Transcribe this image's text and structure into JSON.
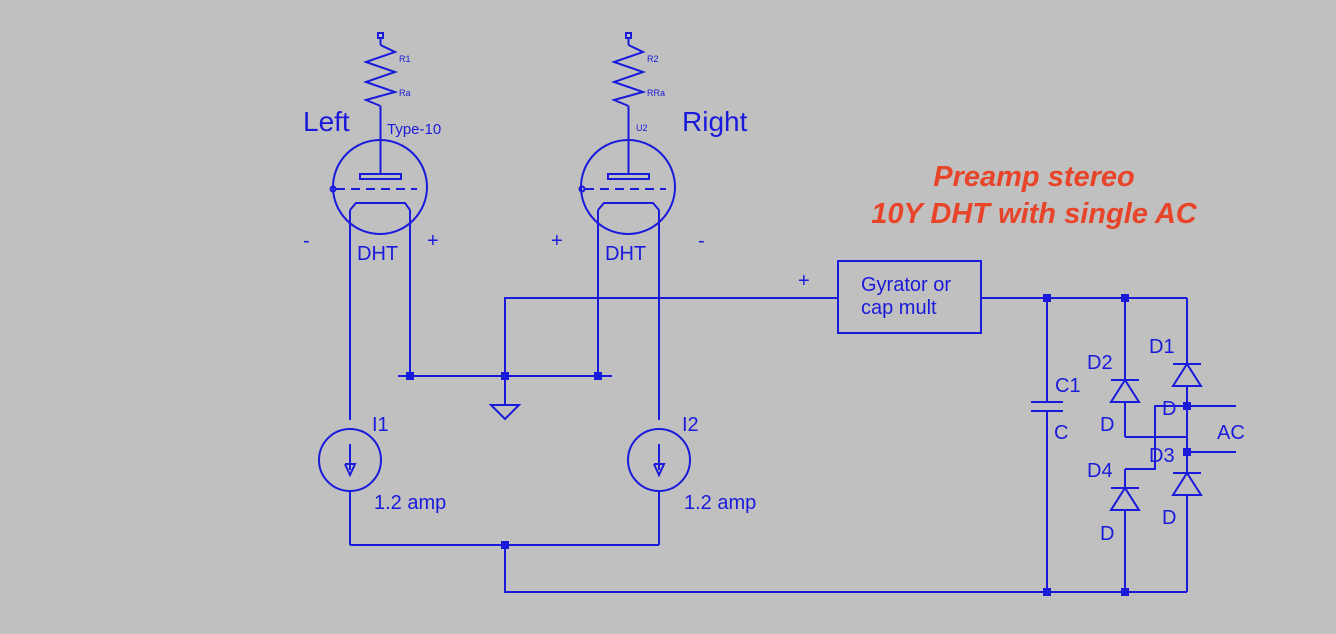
{
  "title": {
    "line1": "Preamp stereo",
    "line2": "10Y DHT with single AC"
  },
  "left_channel": {
    "label": "Left",
    "resistor_name": "R1",
    "resistor_value": "Ra",
    "tube_model": "Type-10",
    "tube_label": "DHT",
    "minus": "-",
    "plus": "+",
    "source_name": "I1",
    "source_value": "1.2 amp"
  },
  "right_channel": {
    "label": "Right",
    "resistor_name": "R2",
    "resistor_value": "RRa",
    "tube_model": "U2",
    "tube_label": "DHT",
    "minus": "-",
    "plus": "+",
    "source_name": "I2",
    "source_value": "1.2 amp"
  },
  "supply": {
    "block_line1": "Gyrator or",
    "block_line2": "cap mult",
    "plus": "+",
    "cap_name": "C1",
    "cap_value": "C",
    "ac_label": "AC",
    "diodes": [
      {
        "name": "D1",
        "value": "D"
      },
      {
        "name": "D2",
        "value": "D"
      },
      {
        "name": "D3",
        "value": "D"
      },
      {
        "name": "D4",
        "value": "D"
      }
    ]
  }
}
